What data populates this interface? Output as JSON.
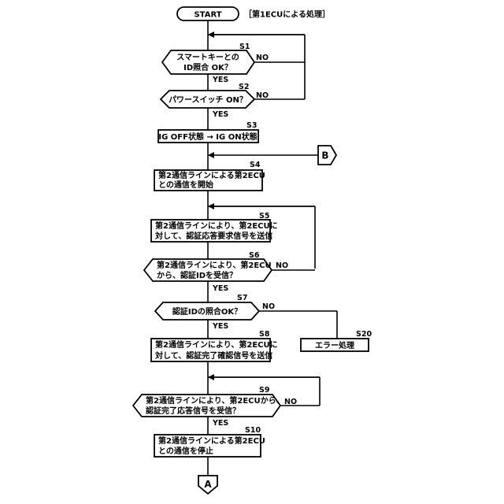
{
  "flowchart": {
    "start": "START",
    "caption": "［第1ECUによる処理］",
    "steps": {
      "s1": {
        "id": "S1",
        "line1": "スマートキーとの",
        "line2": "ID照合 OK？",
        "yes": "YES",
        "no": "NO"
      },
      "s2": {
        "id": "S2",
        "line1": "パワースイッチ ON？",
        "yes": "YES",
        "no": "NO"
      },
      "s3": {
        "id": "S3",
        "line1": "IG OFF状態 → IG ON状態"
      },
      "s4": {
        "id": "S4",
        "line1": "第2通信ラインによる第2ECU",
        "line2": "との通信を開始"
      },
      "s5": {
        "id": "S5",
        "line1": "第2通信ラインにより、第2ECUに",
        "line2": "対して、認証応答要求信号を送信"
      },
      "s6": {
        "id": "S6",
        "line1": "第2通信ラインにより、第2ECU",
        "line2": "から、認証IDを受信？",
        "yes": "YES",
        "no": "NO"
      },
      "s7": {
        "id": "S7",
        "line1": "認証IDの照合OK？",
        "yes": "YES",
        "no": "NO"
      },
      "s8": {
        "id": "S8",
        "line1": "第2通信ラインにより、第2ECUに",
        "line2": "対して、認証完了確認信号を送信"
      },
      "s9": {
        "id": "S9",
        "line1": "第2通信ラインにより、第2ECUから、",
        "line2": "認証完了応答信号を受信？",
        "yes": "YES",
        "no": "NO"
      },
      "s10": {
        "id": "S10",
        "line1": "第2通信ラインによる第2ECU",
        "line2": "との通信を停止"
      },
      "s20": {
        "id": "S20",
        "line1": "エラー処理"
      }
    },
    "connectors": {
      "b": "B",
      "a": "A"
    }
  }
}
